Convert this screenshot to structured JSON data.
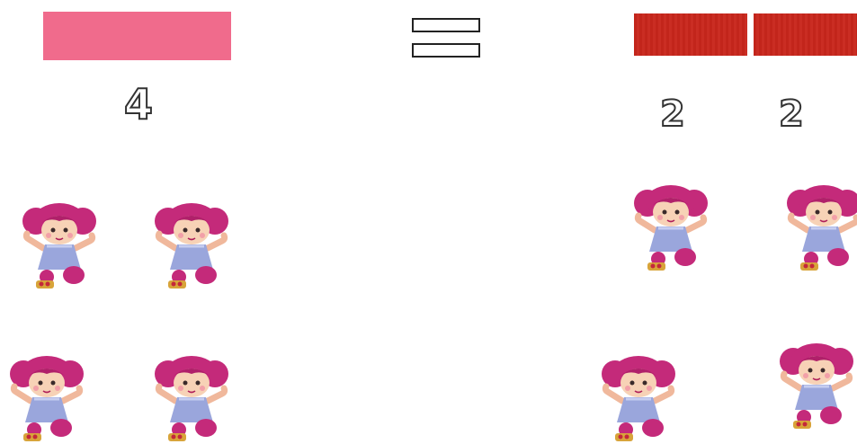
{
  "left_group": {
    "bar_color": "#f06b8c",
    "number": "4",
    "doll_count": 4
  },
  "equals_sign": {
    "stroke_color": "#222222"
  },
  "right_group": {
    "bar_color": "#c8261c",
    "numbers": [
      "2",
      "2"
    ],
    "doll_count": 4
  },
  "icons": {
    "doll": "doll-icon"
  }
}
